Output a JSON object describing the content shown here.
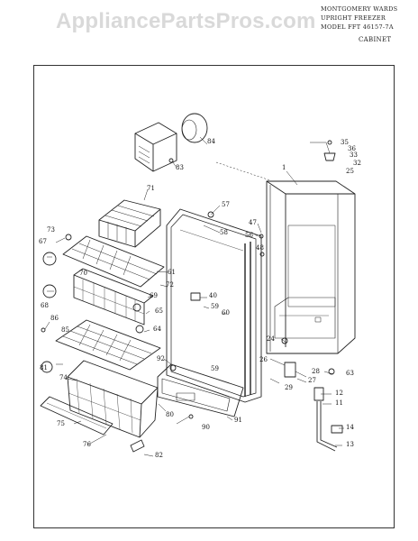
{
  "watermark": "AppliancePartsPros.com",
  "header": {
    "line1": "MONTGOMERY WARDS",
    "line2": "UPRIGHT FREEZER",
    "line3": "MODEL FFT 46157-7A",
    "section": "CABINET"
  },
  "callouts": {
    "c1": "1",
    "c11": "11",
    "c12": "12",
    "c13": "13",
    "c14": "14",
    "c24": "24",
    "c25": "25",
    "c26": "26",
    "c27": "27",
    "c28": "28",
    "c29": "29",
    "c32": "32",
    "c33": "33",
    "c35": "35",
    "c36": "36",
    "c40": "40",
    "c47": "47",
    "c48": "48",
    "c56": "56",
    "c57": "57",
    "c58": "58",
    "c59a": "59",
    "c59b": "59",
    "c60": "60",
    "c61": "61",
    "c63": "63",
    "c64": "64",
    "c65": "65",
    "c67": "67",
    "c68": "68",
    "c69": "69",
    "c70": "70",
    "c71": "71",
    "c72": "72",
    "c73": "73",
    "c74": "74",
    "c75": "75",
    "c76": "76",
    "c80": "80",
    "c81": "81",
    "c82": "82",
    "c83": "83",
    "c84": "84",
    "c85": "85",
    "c86": "86",
    "c90": "90",
    "c91": "91",
    "c92": "92"
  }
}
